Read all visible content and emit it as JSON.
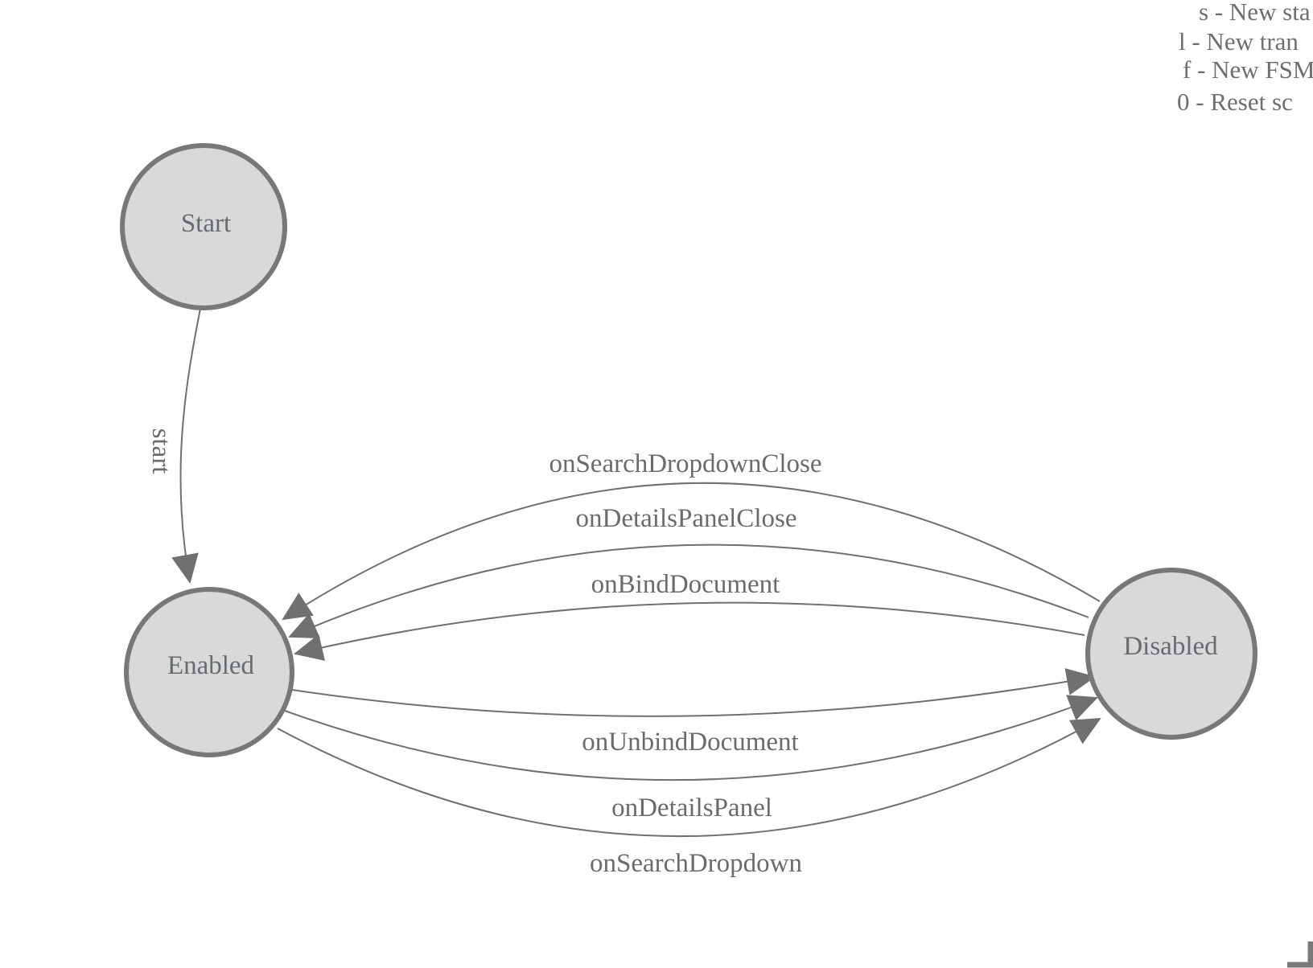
{
  "diagram": {
    "type": "finite-state-machine",
    "states": [
      {
        "label": "Start"
      },
      {
        "label": "Enabled"
      },
      {
        "label": "Disabled"
      }
    ],
    "transitions": [
      {
        "label": "start",
        "from": "Start",
        "to": "Enabled"
      },
      {
        "label": "onSearchDropdownClose",
        "from": "Disabled",
        "to": "Enabled"
      },
      {
        "label": "onDetailsPanelClose",
        "from": "Disabled",
        "to": "Enabled"
      },
      {
        "label": "onBindDocument",
        "from": "Disabled",
        "to": "Enabled"
      },
      {
        "label": "onUnbindDocument",
        "from": "Enabled",
        "to": "Disabled"
      },
      {
        "label": "onDetailsPanel",
        "from": "Enabled",
        "to": "Disabled"
      },
      {
        "label": "onSearchDropdown",
        "from": "Enabled",
        "to": "Disabled"
      }
    ]
  },
  "legend": {
    "lines": [
      "s - New sta",
      "l - New tran",
      "f - New FSM",
      "0 - Reset sc"
    ]
  },
  "colors": {
    "background": "#ffffff",
    "state_fill": "#d9d9d9",
    "state_stroke": "#787878",
    "edge_stroke": "#707070",
    "label_text": "#6b6b6b"
  }
}
